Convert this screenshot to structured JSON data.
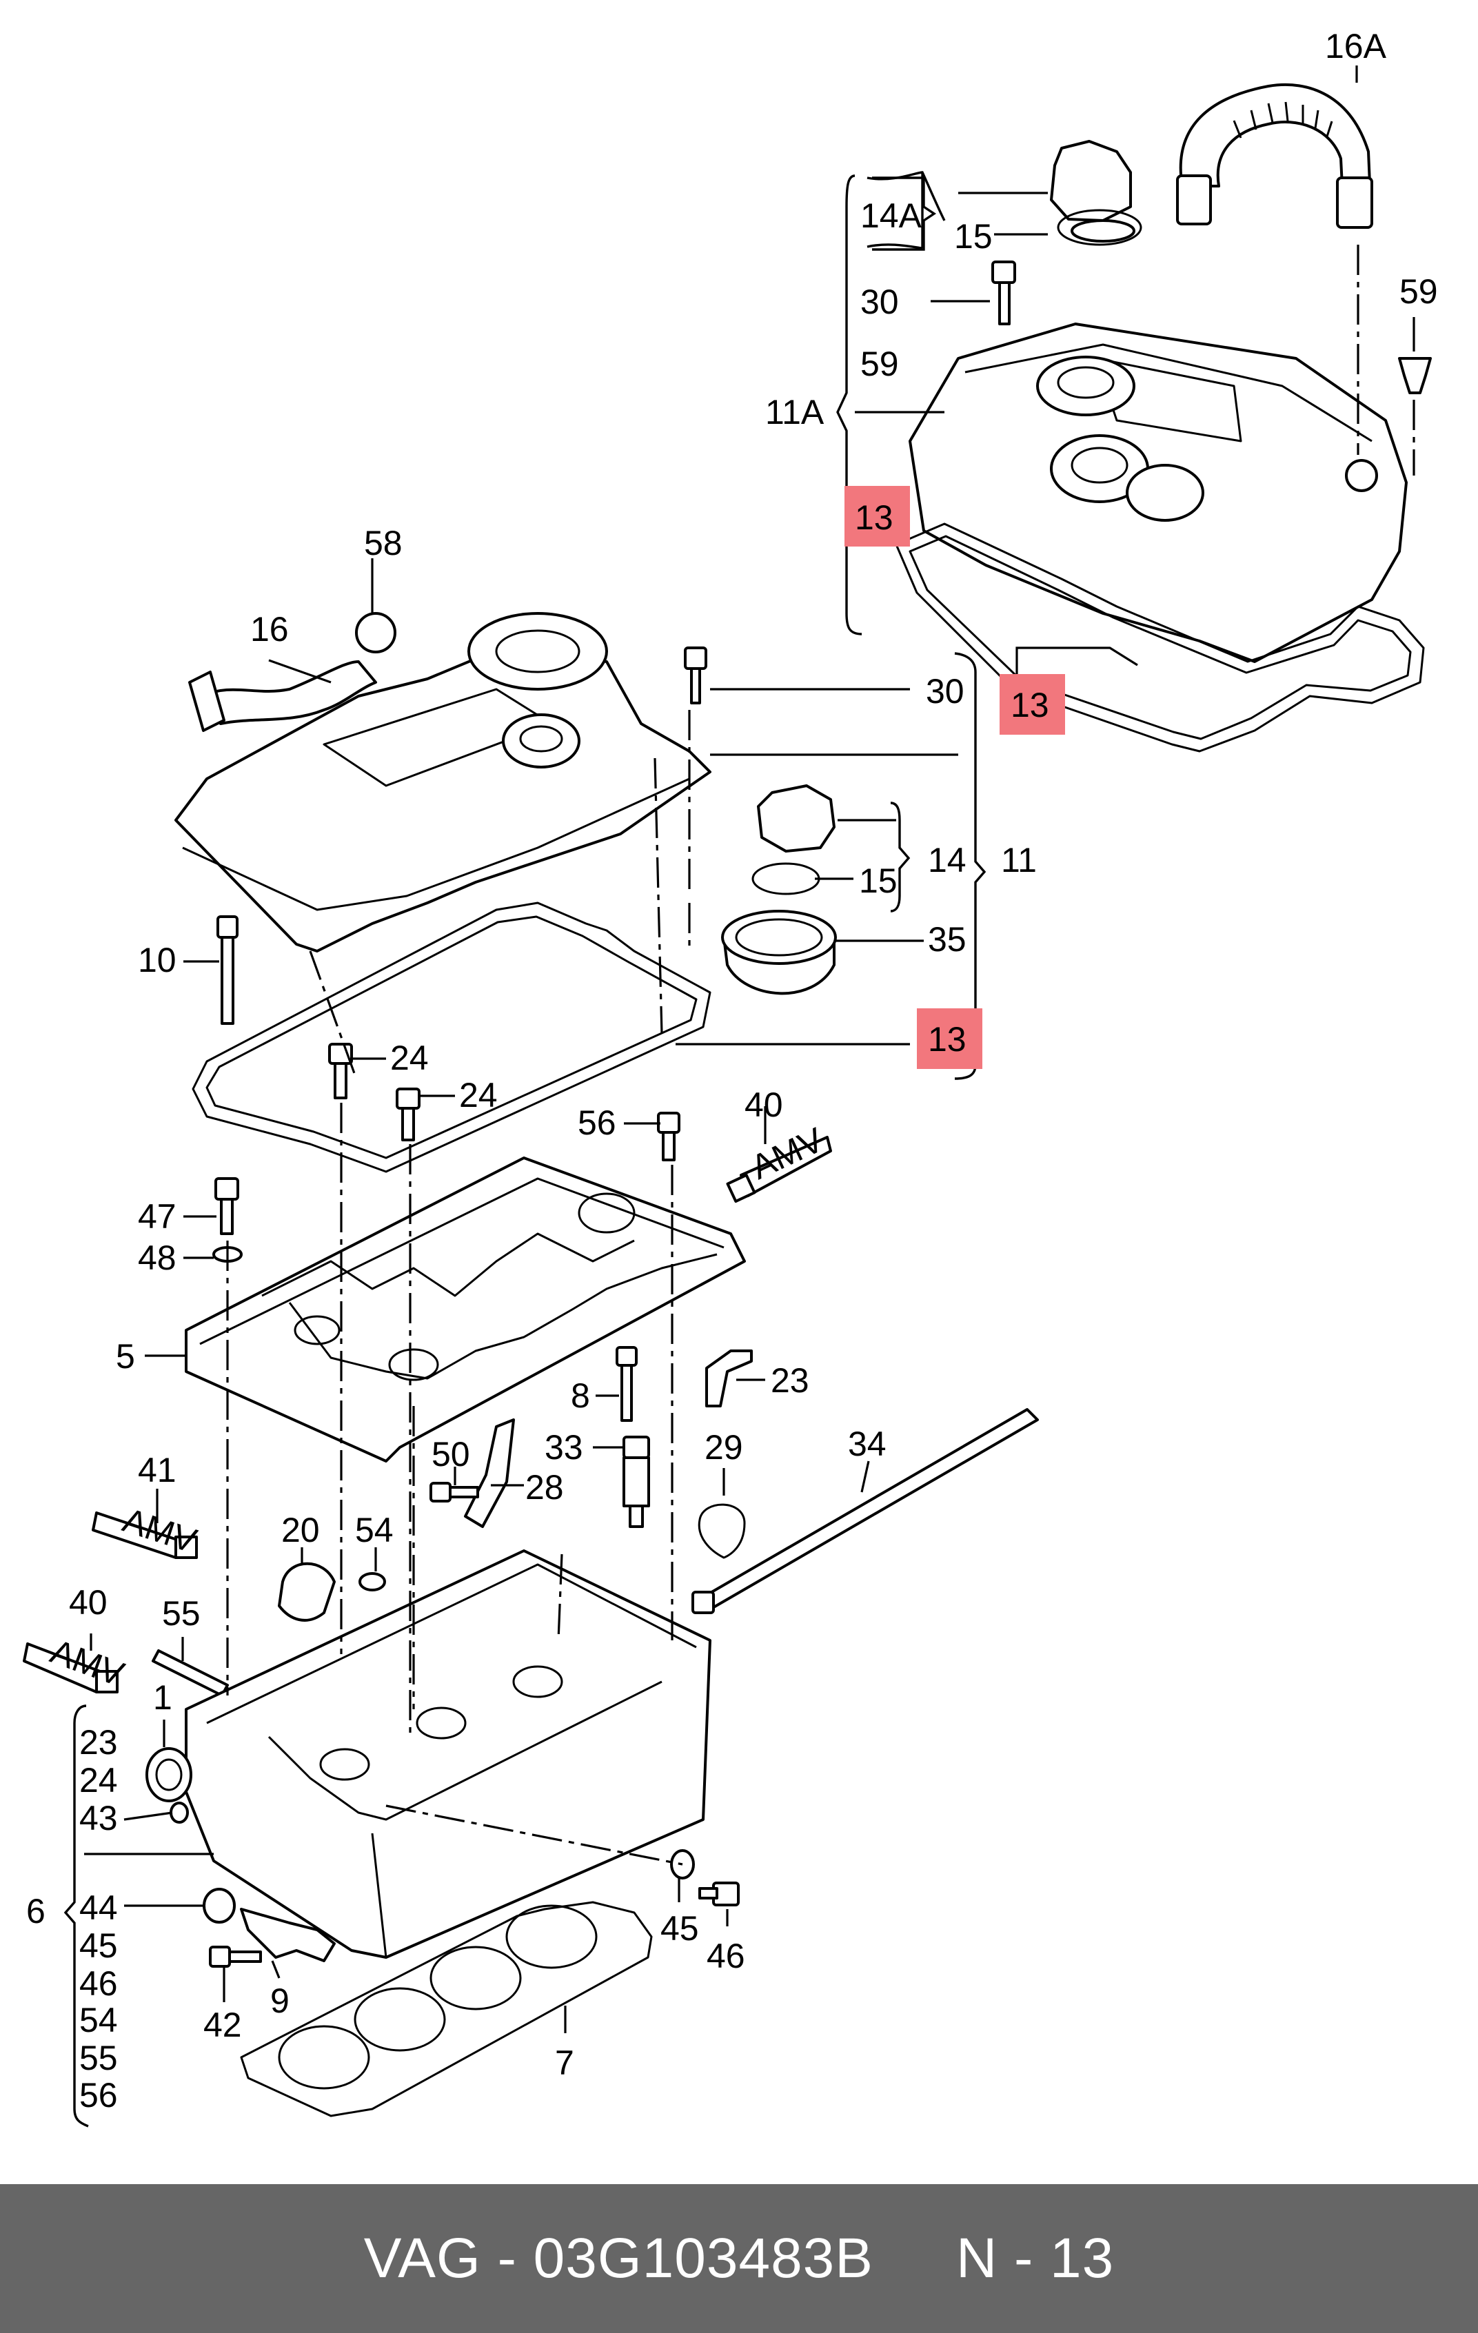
{
  "footer": {
    "part_ref": "VAG - 03G103483B",
    "page_ref": "N - 13"
  },
  "callouts": {
    "c16A": "16A",
    "c59a": "59",
    "c14A": "14A",
    "c15a": "15",
    "c30a": "30",
    "c59b": "59",
    "c11A": "11A",
    "c13a": "13",
    "c13b": "13",
    "c58": "58",
    "c16": "16",
    "c30b": "30",
    "c14": "14",
    "c15b": "15",
    "c11": "11",
    "c35": "35",
    "c13c": "13",
    "c10": "10",
    "c24a": "24",
    "c24b": "24",
    "c56": "56",
    "c40a": "40",
    "c47": "47",
    "c48": "48",
    "c5": "5",
    "c8": "8",
    "c23": "23",
    "c33": "33",
    "c29": "29",
    "c34": "34",
    "c41": "41",
    "c50": "50",
    "c28": "28",
    "c20": "20",
    "c54": "54",
    "c40b": "40",
    "c55": "55",
    "c1": "1",
    "c43": "43",
    "c6": "6",
    "c44": "44",
    "c45a": "45",
    "c46a": "46",
    "c9": "9",
    "c42": "42",
    "c7": "7",
    "c45b": "45",
    "c46b": "46"
  },
  "brace_list_6": [
    "23",
    "24",
    "43",
    "44",
    "45",
    "46",
    "54",
    "55",
    "56"
  ],
  "tube_text": "AMV",
  "highlight_color": "#f2777d",
  "footer_color": "#666666",
  "icons": [
    "valve-cover",
    "gasket",
    "oil-cap",
    "breather-hose",
    "camshaft-housing",
    "cylinder-head",
    "head-gasket",
    "sealant-tube",
    "bolt",
    "dipstick-tube"
  ]
}
